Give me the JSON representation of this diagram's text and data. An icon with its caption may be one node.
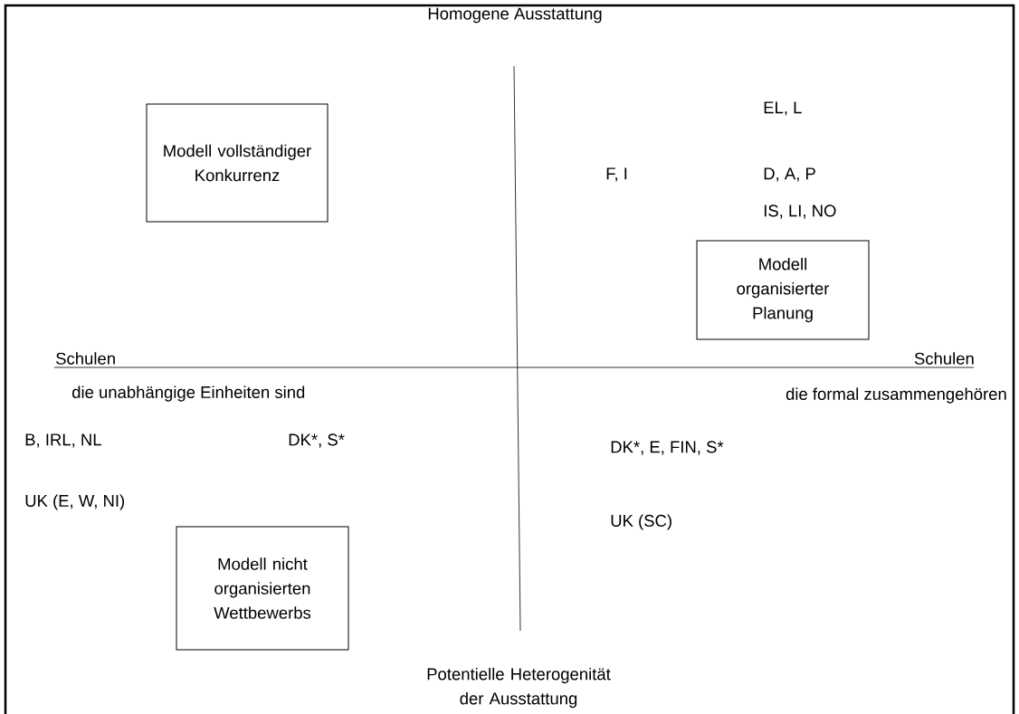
{
  "diagram": {
    "nodes": [
      {
        "text": [
          "Modell vollständiger Konkurrenz"
        ]
      },
      {
        "text": [
          "Modell organisierter Planung"
        ]
      },
      {
        "text": [
          "Modell nicht organisierten Wettbewerbs"
        ]
      }
    ],
    "labels": [
      "Homogene Ausstattung",
      "EL, L",
      "F, I",
      "D, A, P",
      "IS, LI, NO",
      "Schulen",
      "Schulen",
      "die unabhängige Einheiten sind",
      "die formal zusammengehören",
      "B, IRL, NL",
      "DK*, S*",
      "DK*, E, FIN, S*",
      "UK (E, W, NI)",
      "UK (SC)",
      "Potentielle Heterogenität der Ausstattung"
    ]
  }
}
